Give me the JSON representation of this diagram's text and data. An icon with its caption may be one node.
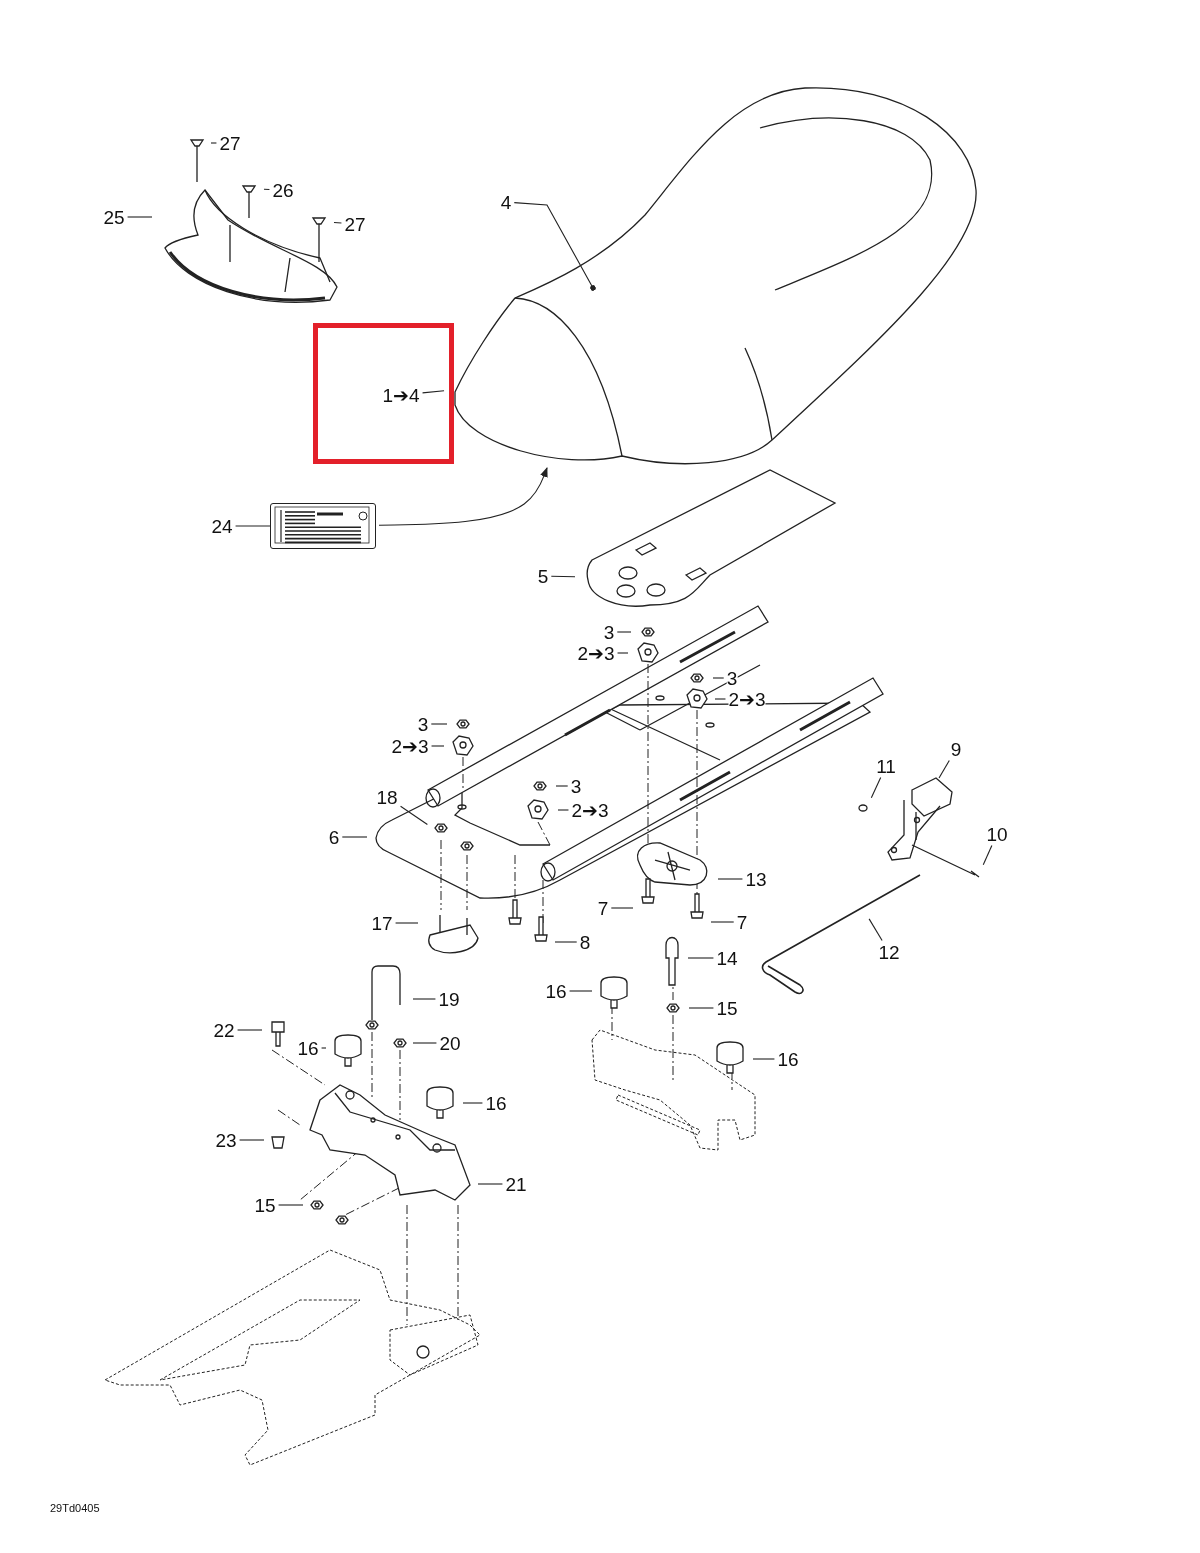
{
  "diagram": {
    "nodes": [
      {
        "text": [
          "27"
        ]
      },
      {
        "text": [
          "26"
        ]
      },
      {
        "text": [
          "4"
        ]
      },
      {
        "text": [
          "25"
        ]
      },
      {
        "text": [
          "27"
        ]
      },
      {
        "text": [
          "1➔4"
        ]
      },
      {
        "text": [
          "24"
        ]
      },
      {
        "text": [],
        "shape": "picture"
      },
      {
        "text": [
          "5"
        ]
      },
      {
        "text": [
          "3"
        ]
      },
      {
        "text": [
          "2➔3"
        ]
      },
      {
        "text": [
          "3"
        ]
      },
      {
        "text": [
          "2➔3"
        ]
      },
      {
        "text": [
          "3"
        ]
      },
      {
        "text": [
          "2➔3"
        ]
      },
      {
        "text": [
          "9"
        ]
      },
      {
        "text": [
          "11"
        ]
      },
      {
        "text": [
          "3"
        ]
      },
      {
        "text": [
          "18"
        ]
      },
      {
        "text": [
          "2➔3"
        ]
      },
      {
        "text": [
          "10"
        ]
      },
      {
        "text": [
          "6"
        ]
      },
      {
        "text": [
          "13"
        ]
      },
      {
        "text": [
          "7"
        ]
      },
      {
        "text": [
          "7"
        ]
      },
      {
        "text": [
          "17"
        ]
      },
      {
        "text": [
          "8"
        ]
      },
      {
        "text": [
          "12"
        ]
      },
      {
        "text": [
          "14"
        ]
      },
      {
        "text": [
          "16"
        ]
      },
      {
        "text": [
          "19"
        ]
      },
      {
        "text": [
          "15"
        ]
      },
      {
        "text": [
          "22"
        ]
      },
      {
        "text": [
          "16"
        ]
      },
      {
        "text": [
          "20"
        ]
      },
      {
        "text": [
          "16"
        ]
      },
      {
        "text": [
          "16"
        ]
      },
      {
        "text": [
          "23"
        ]
      },
      {
        "text": [
          "21"
        ]
      },
      {
        "text": [
          "15"
        ]
      }
    ],
    "edges": [
      {
        "from": 0,
        "to": null,
        "arrow": "none"
      },
      {
        "from": 1,
        "to": null,
        "arrow": "none"
      },
      {
        "from": 2,
        "to": null,
        "arrow": "other"
      },
      {
        "from": 3,
        "to": null,
        "arrow": "none"
      },
      {
        "from": 4,
        "to": null,
        "arrow": "none"
      },
      {
        "from": 5,
        "to": null,
        "arrow": "none"
      },
      {
        "from": 6,
        "to": 7,
        "arrow": "none"
      },
      {
        "from": 7,
        "to": null,
        "arrow": "to"
      },
      {
        "from": 8,
        "to": null,
        "arrow": "none"
      },
      {
        "from": 9,
        "to": null,
        "arrow": "none"
      },
      {
        "from": 10,
        "to": null,
        "arrow": "none"
      },
      {
        "from": 11,
        "to": null,
        "arrow": "none"
      },
      {
        "from": 12,
        "to": null,
        "arrow": "none"
      },
      {
        "from": 13,
        "to": null,
        "arrow": "none"
      },
      {
        "from": 14,
        "to": null,
        "arrow": "none"
      },
      {
        "from": 15,
        "to": null,
        "arrow": "none"
      },
      {
        "from": 16,
        "to": null,
        "arrow": "none"
      },
      {
        "from": 17,
        "to": null,
        "arrow": "none"
      },
      {
        "from": 18,
        "to": null,
        "arrow": "none"
      },
      {
        "from": 19,
        "to": null,
        "arrow": "none"
      },
      {
        "from": 20,
        "to": null,
        "arrow": "none"
      },
      {
        "from": 21,
        "to": null,
        "arrow": "none"
      },
      {
        "from": 22,
        "to": null,
        "arrow": "none"
      },
      {
        "from": 23,
        "to": null,
        "arrow": "none"
      },
      {
        "from": 24,
        "to": null,
        "arrow": "none"
      },
      {
        "from": 25,
        "to": null,
        "arrow": "none"
      },
      {
        "from": 26,
        "to": null,
        "arrow": "none"
      },
      {
        "from": 27,
        "to": null,
        "arrow": "none"
      },
      {
        "from": 28,
        "to": null,
        "arrow": "none"
      },
      {
        "from": 29,
        "to": null,
        "arrow": "none"
      },
      {
        "from": 30,
        "to": null,
        "arrow": "none"
      },
      {
        "from": 31,
        "to": null,
        "arrow": "none"
      },
      {
        "from": 32,
        "to": null,
        "arrow": "none"
      },
      {
        "from": 33,
        "to": null,
        "arrow": "none"
      },
      {
        "from": 34,
        "to": null,
        "arrow": "none"
      },
      {
        "from": 35,
        "to": null,
        "arrow": "none"
      },
      {
        "from": 36,
        "to": null,
        "arrow": "none"
      },
      {
        "from": 37,
        "to": null,
        "arrow": "none"
      },
      {
        "from": 38,
        "to": null,
        "arrow": "none"
      },
      {
        "from": 39,
        "to": null,
        "arrow": "none"
      }
    ],
    "labels": [
      "29Td0405"
    ]
  }
}
